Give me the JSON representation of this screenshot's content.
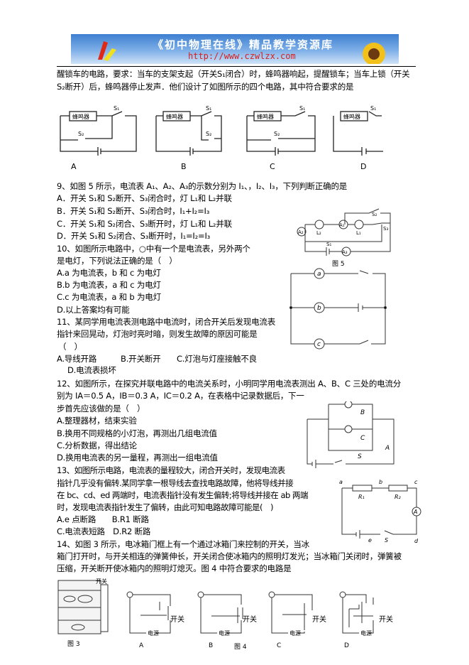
{
  "header": {
    "banner_title": "《初中物理在线》精品教学资源库",
    "banner_url": "http://www.czwlzx.com"
  },
  "q8": {
    "lines": [
      "醒锁车的电路，要求：当车的支架支起（开关S₁闭合）时，蜂鸣器响起，提醒锁车；当车上锁（开关",
      "S₂断开）后，蜂鸣器停止发声．他们设计了如图所示的四个电路，其中符合要求的是"
    ],
    "figure": {
      "buzzer": "蜂鸣器",
      "s1": "S₁",
      "s2": "S₂",
      "labels": [
        "A",
        "B",
        "C",
        "D"
      ]
    }
  },
  "q9": {
    "lines": [
      "9、如图 5 所示，电流表 A₁、A₂、A₃的示数分别为 I₁、，I₂、I₃，下列判断正确的是",
      "A．开关 S₁和 S₂断开、S₃闭合时，灯 L₁和 L₂并联",
      "B．开关 S₁和 S₂断开、S₃闭合时，I₁+I₂=I₃",
      "C．开关 S₁和 S₂闭合、S₃断开时，灯 L₁和 L₂并联",
      "D．开关 S₁和 S₂闭合、S₃断开时，I₁=I₂=I₃"
    ],
    "figure": {
      "caption": "图 5",
      "a1": "A₁",
      "a2": "A₂",
      "a3": "A₃",
      "l1": "L₁",
      "l2": "L₂",
      "s1": "S₁",
      "s2": "S₂",
      "s3": "S₃"
    }
  },
  "q10": {
    "lines": [
      "10、如图所示电路中，○中有一个是电流表，另外两个",
      "是电灯，下列说法正确的是（　）",
      "A.a 为电流表，b 和 c 为电灯",
      "B.b 为电流表，a 和 c 为电灯",
      "C.c 为电流表，a 和 b 为电灯",
      "D.以上答案均有可能"
    ],
    "figure": {
      "a": "a",
      "b": "b",
      "c": "c"
    }
  },
  "q11": {
    "lines": [
      "11、某同学用电流表测电路中电流时，闭合开关后发现电流表",
      "指针来回晃动，灯泡时亮时暗，则发生故障的原因可能是",
      "（　）",
      "A.导线开路　　　B.开关断开　　C.灯泡与灯座接触不良",
      "D.电流表损坏"
    ]
  },
  "q12": {
    "lines": [
      "12、如图所示，在探究并联电路中的电流关系时，小明同学用电流表测出 A、B、C 三处的电流分",
      "别为 IA＝0.5 A，IB＝0.3 A，IC＝0.2 A，在表格中记录数据后，下一",
      "步首先应该做的是（　）",
      "A.整理器材，结束实验",
      "B.换用不同规格的小灯泡，再测出几组电流值",
      "C.分析数据，得出结论",
      "D.换用电流表的另一量程，再测出一组电流值"
    ],
    "figure": {
      "A": "A",
      "B": "B",
      "C": "C",
      "S": "S"
    }
  },
  "q13": {
    "lines": [
      "13、如图所示电路，电流表的量程较大，闭合开关时，发现电流表",
      "指针几乎没有偏转.某同学拿一根导线去查找电路故障，他将导线并接",
      "在 bc、cd、ed 两端时，电流表指针没有发生偏转;将导线并接在 ab 两端",
      "时，发现电流表指针发生了偏转，由此可知电路故障可能是(　)",
      "A.e 点断路　　B.R1 断路",
      "C.电流表短路　D.R2 断路"
    ],
    "figure": {
      "a": "a",
      "b": "b",
      "c": "c",
      "d": "d",
      "e": "e",
      "r1": "R₁",
      "r2": "R₂",
      "ammeter": "A",
      "s": "S"
    }
  },
  "q14": {
    "lines": [
      "14、如图 3 所示，电冰箱门框上有一个通过冰箱门来控制的开关，当冰",
      "箱门打开时，与开关相连的弹簧伸长，开关闭合使冰箱内的照明灯发光；当冰箱门关闭时，弹簧被",
      "压缩，开关断开使冰箱内的照明灯熄灭。图 4 中符合要求的电路是"
    ],
    "figure": {
      "switch": "开关",
      "power": "电源",
      "fig3": "图 3",
      "fig4": "图 4",
      "labels": [
        "A",
        "B",
        "C",
        "D"
      ],
      "fridge_switch": "开关"
    }
  }
}
